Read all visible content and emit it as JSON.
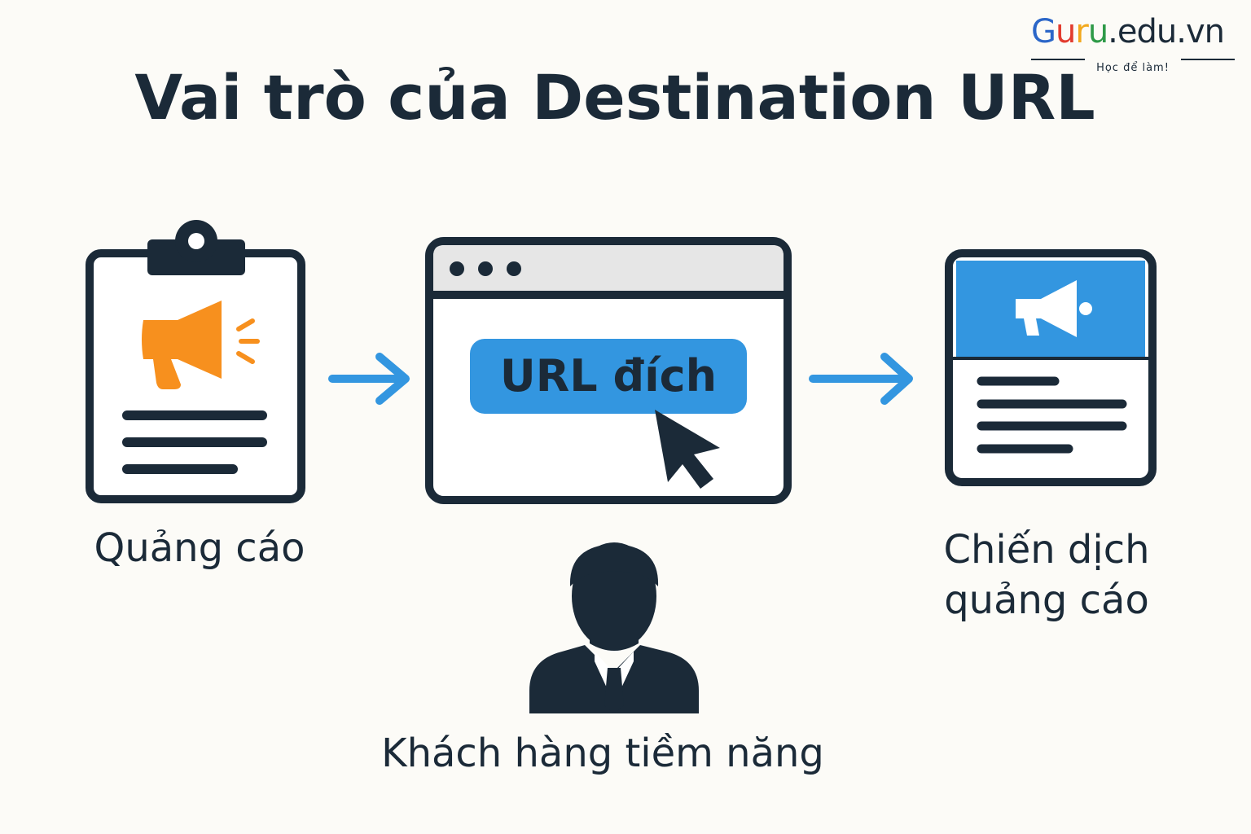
{
  "logo": {
    "letters": [
      {
        "char": "G",
        "color": "#2b66c8"
      },
      {
        "char": "u",
        "color": "#e23b2e"
      },
      {
        "char": "r",
        "color": "#f2a81d"
      },
      {
        "char": "u",
        "color": "#2e9a48"
      },
      {
        "char": ".edu.vn",
        "color": "#1b2a38"
      }
    ],
    "tagline": "Học để làm!"
  },
  "title": "Vai trò của Destination URL",
  "nodes": {
    "ad": {
      "label": "Quảng cáo",
      "icon": "clipboard-megaphone-icon"
    },
    "url": {
      "label": "URL đích",
      "icon": "browser-window-icon"
    },
    "campaign": {
      "label_line1": "Chiến dịch",
      "label_line2": "quảng cáo",
      "icon": "landing-page-megaphone-icon"
    },
    "customer": {
      "label": "Khách hàng tiềm năng",
      "icon": "person-icon"
    }
  },
  "colors": {
    "dark": "#1b2a38",
    "accent_blue": "#3396e0",
    "accent_orange": "#f7901e",
    "browser_bar": "#e6e6e6"
  }
}
